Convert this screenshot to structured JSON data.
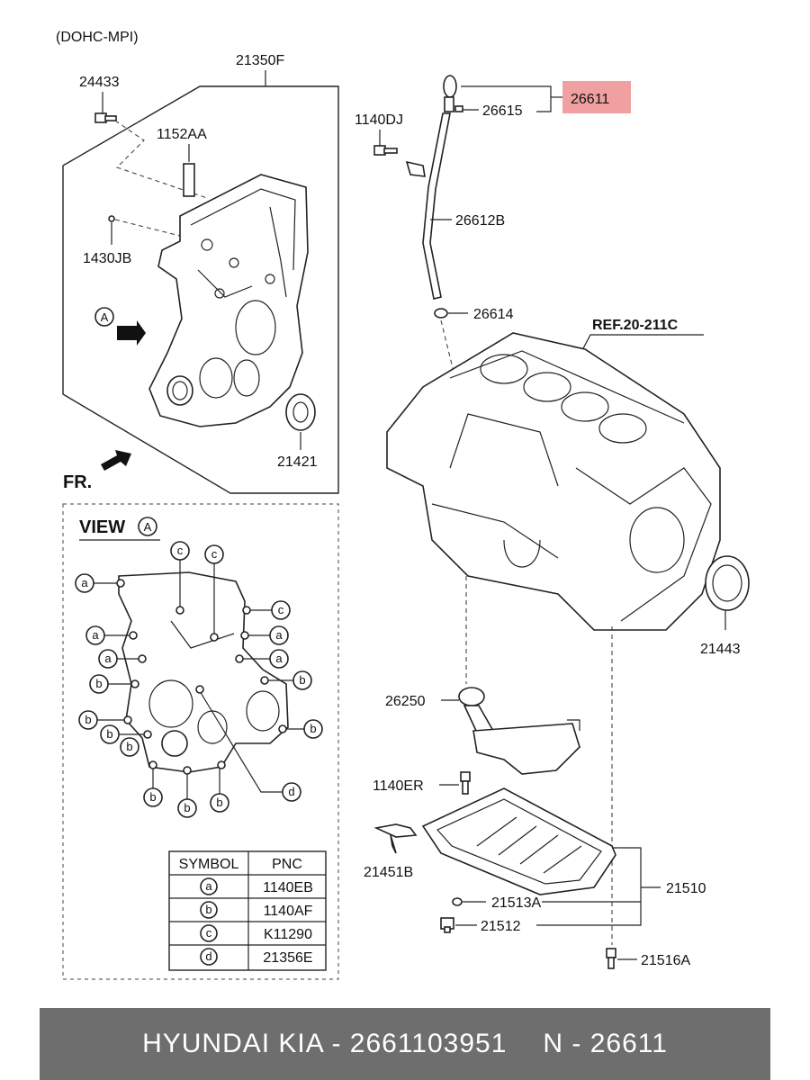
{
  "diagram": {
    "variant": "(DOHC-MPI)",
    "labels": {
      "l24433": "24433",
      "l21350F": "21350F",
      "l1152AA": "1152AA",
      "l1430JB": "1430JB",
      "l21421": "21421",
      "lFR": "FR.",
      "lA": "A",
      "l1140DJ": "1140DJ",
      "l26611": "26611",
      "l26615": "26615",
      "l26612B": "26612B",
      "l26614": "26614",
      "lREF": "REF.20-211C",
      "l21443": "21443",
      "l26250": "26250",
      "l1140ER": "1140ER",
      "l21451B": "21451B",
      "l21510": "21510",
      "l21513A": "21513A",
      "l21512": "21512",
      "l21516A": "21516A"
    },
    "view": {
      "title": "VIEW",
      "letter": "A"
    },
    "callouts": {
      "a": "a",
      "b": "b",
      "c": "c",
      "d": "d"
    },
    "highlight_color": "#f0a0a0"
  },
  "symbol_table": {
    "headers": [
      "SYMBOL",
      "PNC"
    ],
    "rows": [
      {
        "symbol": "a",
        "pnc": "1140EB"
      },
      {
        "symbol": "b",
        "pnc": "1140AF"
      },
      {
        "symbol": "c",
        "pnc": "K11290"
      },
      {
        "symbol": "d",
        "pnc": "21356E"
      }
    ]
  },
  "footer": {
    "brand": "HYUNDAI  KIA - 2661103951",
    "ref": "N - 26611"
  }
}
